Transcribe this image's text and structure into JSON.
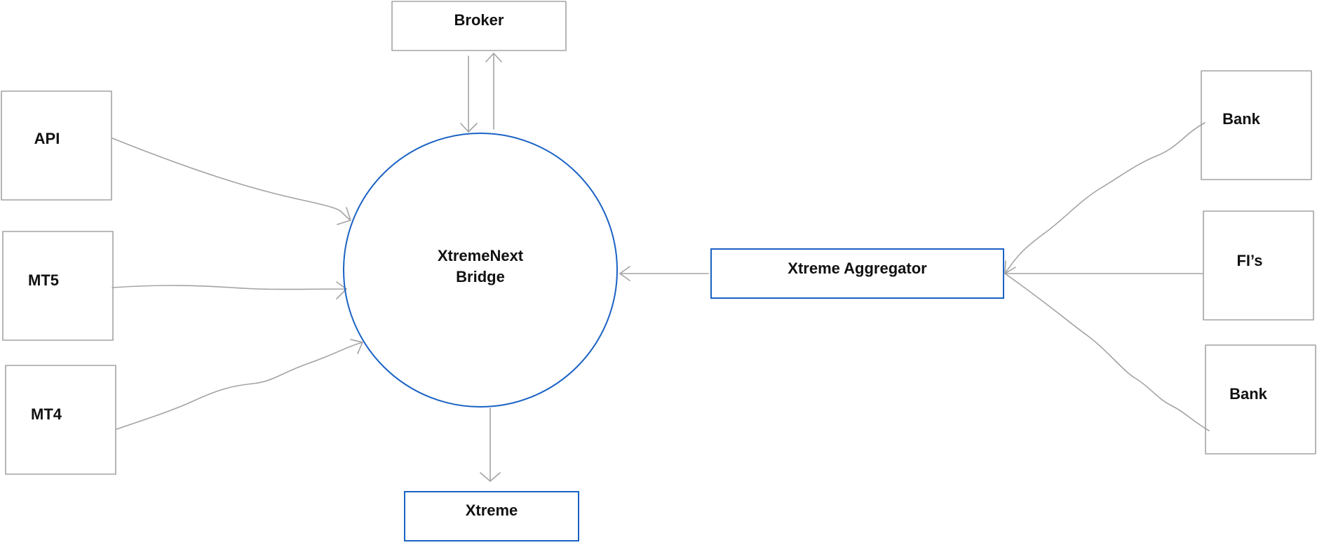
{
  "diagram": {
    "hub": {
      "title_line1": "XtremeNext",
      "title_line2": "Bridge"
    },
    "nodes": {
      "broker": "Broker",
      "api": "API",
      "mt5": "MT5",
      "mt4": "MT4",
      "xtreme": "Xtreme",
      "aggregator": "Xtreme Aggregator",
      "bank_top": "Bank",
      "fis": "FI’s",
      "bank_bottom": "Bank"
    }
  },
  "colors": {
    "accent_blue": "#1a62c4",
    "line_gray": "#a3a3a3",
    "text": "#111111"
  }
}
